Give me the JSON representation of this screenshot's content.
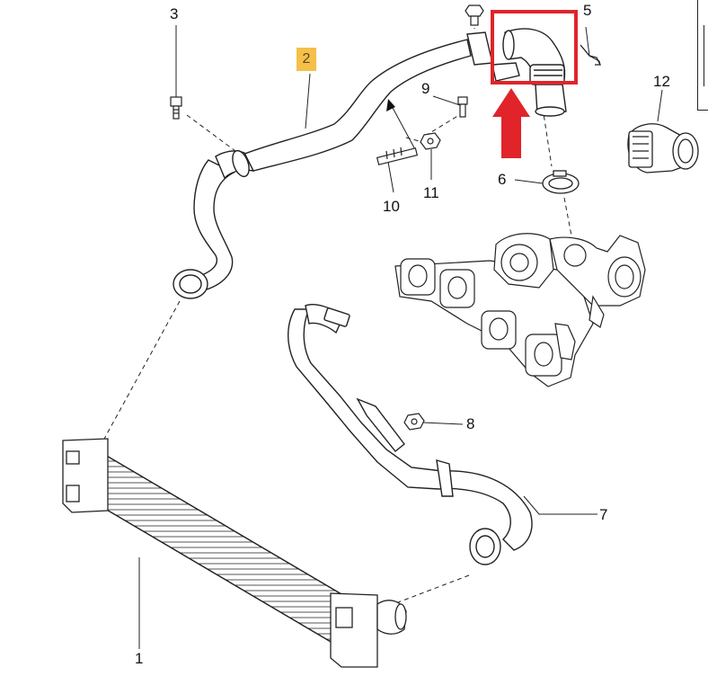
{
  "diagram": {
    "callouts": {
      "p1": "1",
      "p2": "2",
      "p3": "3",
      "p5": "5",
      "p6": "6",
      "p7": "7",
      "p8": "8",
      "p9": "9",
      "p10": "10",
      "p11": "11",
      "p12": "12"
    },
    "highlight": {
      "box_color": "#e0242a",
      "arrow_color": "#e0242a",
      "label_fill": "#f4c04a"
    }
  }
}
